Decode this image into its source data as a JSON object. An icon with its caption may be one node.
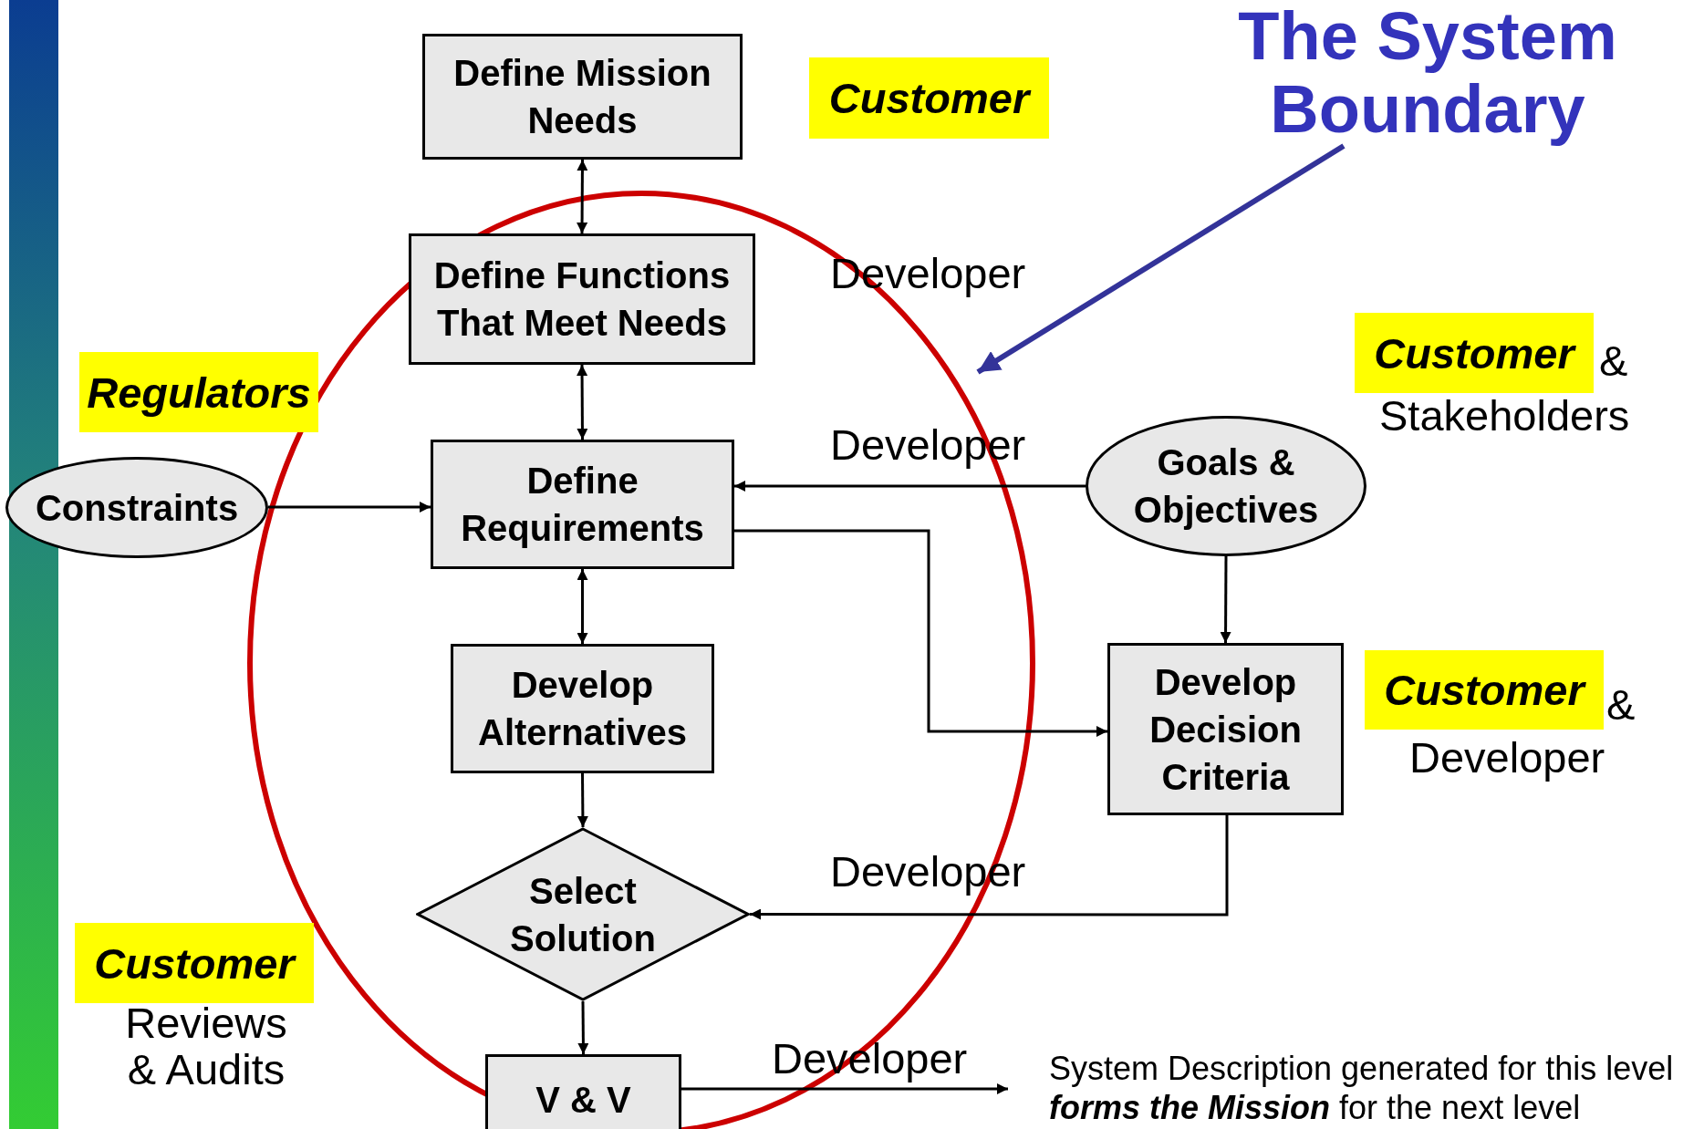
{
  "diagram": {
    "nodes": [
      {
        "text": [
          "Define Mission Needs"
        ]
      },
      {
        "text": [
          "The System Boundary"
        ]
      },
      {
        "text": [
          "Define Functions That Meet Needs"
        ]
      },
      {
        "text": [
          "Constraints"
        ]
      },
      {
        "text": [
          "Define Requirements"
        ]
      },
      {
        "text": [
          "Goals & Objectives"
        ]
      },
      {
        "text": [
          "Develop Alternatives"
        ]
      },
      {
        "text": [
          "Develop Decision Criteria"
        ]
      },
      {
        "text": [
          "Select Solution"
        ]
      },
      {
        "text": [
          "V & V"
        ]
      }
    ],
    "edges": [
      {
        "from": 0,
        "to": 2,
        "arrow": "both"
      },
      {
        "from": 2,
        "to": 4,
        "arrow": "both"
      },
      {
        "from": 3,
        "to": 4,
        "arrow": "to"
      },
      {
        "from": 5,
        "to": 4,
        "arrow": "to"
      },
      {
        "from": 4,
        "to": 7,
        "arrow": "to"
      },
      {
        "from": 4,
        "to": 6,
        "arrow": "both"
      },
      {
        "from": 5,
        "to": 7,
        "arrow": "to"
      },
      {
        "from": 6,
        "to": 8,
        "arrow": "to"
      },
      {
        "from": 7,
        "to": 8,
        "arrow": "to"
      },
      {
        "from": 8,
        "to": 9,
        "arrow": "to"
      },
      {
        "from": 9,
        "to": null,
        "arrow": "to"
      },
      {
        "from": 1,
        "to": null,
        "arrow": "to",
        "style": "thick",
        "color": "#333399"
      }
    ],
    "labels": [
      "Customer",
      "Developer",
      "Customer",
      "&",
      "Stakeholders",
      "Regulators",
      "Developer",
      "Customer",
      "&",
      "Developer",
      "Developer",
      "Customer",
      "Reviews",
      "& Audits",
      "Developer",
      "System Description generated for this level *forms the Mission* for the next level"
    ]
  }
}
